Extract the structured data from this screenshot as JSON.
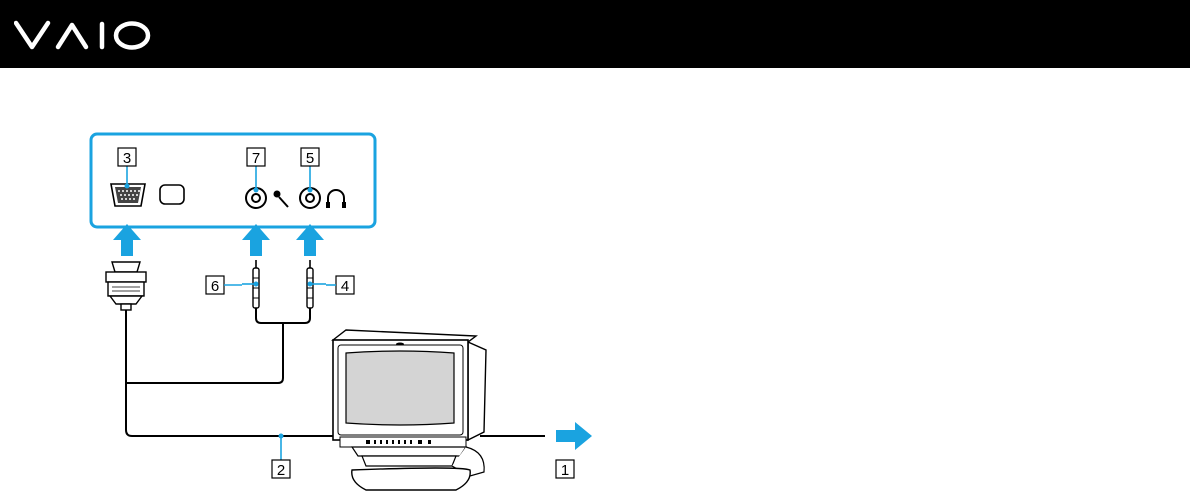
{
  "colors": {
    "header_bg": "#000000",
    "accent_blue": "#1aa3e0",
    "line": "#000000"
  },
  "header": {
    "logo_icon": "vaio-logo"
  },
  "callouts": {
    "c1": "1",
    "c2": "2",
    "c3": "3",
    "c4": "4",
    "c5": "5",
    "c6": "6",
    "c7": "7"
  },
  "icons": {
    "port_panel": [
      "vga-port-icon",
      "monitor-symbol-icon",
      "mic-jack-icon",
      "microphone-icon",
      "headphone-jack-icon",
      "headphones-icon"
    ],
    "arrows": [
      "arrow-up-icon",
      "arrow-up-icon",
      "arrow-up-icon",
      "arrow-right-icon"
    ],
    "devices": [
      "vga-plug-icon",
      "audio-plug-icon",
      "audio-plug-icon",
      "crt-monitor-icon"
    ]
  }
}
